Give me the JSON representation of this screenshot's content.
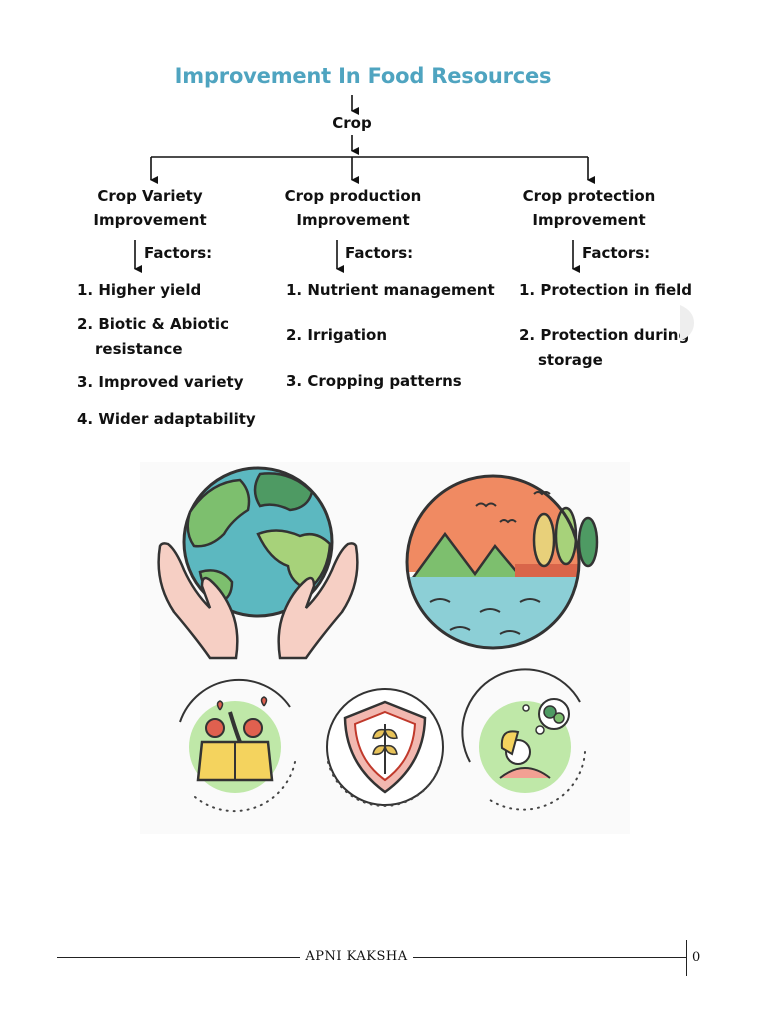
{
  "title": "Improvement In Food Resources",
  "root": "Crop",
  "branches": [
    {
      "heading": [
        "Crop Variety",
        "Improvement"
      ],
      "factors_label": "Factors:",
      "items": [
        "1. Higher yield",
        "2. Biotic & Abiotic",
        "resistance",
        "3. Improved variety",
        "4. Wider adaptability"
      ]
    },
    {
      "heading": [
        "Crop production",
        "Improvement"
      ],
      "factors_label": "Factors:",
      "items": [
        "1. Nutrient management",
        "2. Irrigation",
        "3. Cropping patterns"
      ]
    },
    {
      "heading": [
        "Crop protection",
        "Improvement"
      ],
      "factors_label": "Factors:",
      "items": [
        "1. Protection in field",
        "2. Protection during",
        "storage"
      ]
    }
  ],
  "footer": {
    "brand": "APNI KAKSHA",
    "page": "0"
  },
  "colors": {
    "title": "#4fa4c0",
    "globe_water": "#5cb8c0",
    "globe_land": "#7dbf6e",
    "sunset": "#f08a62",
    "sea": "#8ccfd6",
    "hill": "#7dbf6e",
    "badge_bg": "#bfe8a8"
  },
  "icons": [
    "hands-holding-globe-icon",
    "landscape-circle-icon",
    "produce-box-icon",
    "wheat-shield-icon",
    "person-thinking-icon"
  ]
}
